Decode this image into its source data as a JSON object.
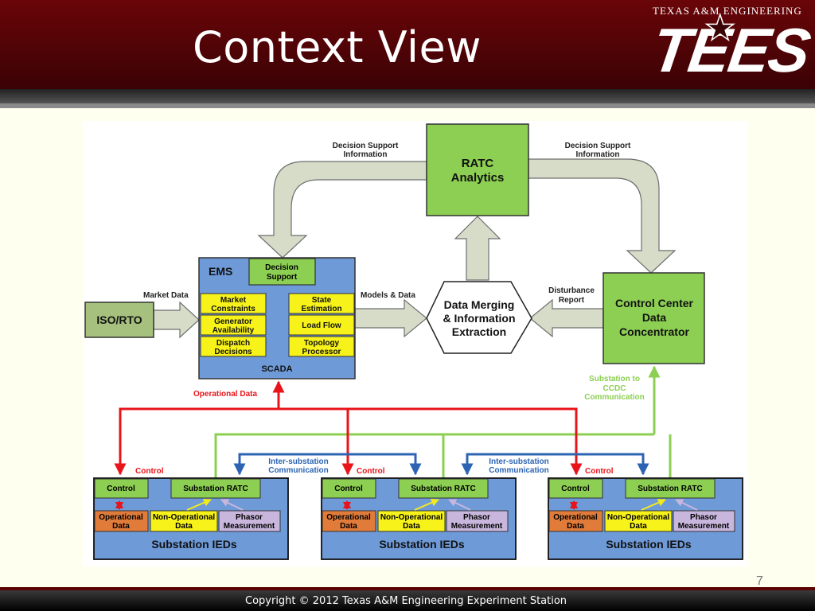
{
  "slide": {
    "title": "Context View",
    "logo_org": "TEXAS A&M ENGINEERING",
    "logo_text": "TEES",
    "footer": "Copyright © 2012       Texas A&M Engineering Experiment Station",
    "page_number": "7"
  },
  "diagram": {
    "ratc": [
      "RATC",
      "Analytics"
    ],
    "ems": {
      "label": "EMS",
      "decision_support": [
        "Decision",
        "Support"
      ],
      "market_constraints": [
        "Market",
        "Constraints"
      ],
      "generator_availability": [
        "Generator",
        "Availability"
      ],
      "dispatch_decisions": [
        "Dispatch",
        "Decisions"
      ],
      "state_estimation": [
        "State",
        "Estimation"
      ],
      "load_flow": "Load Flow",
      "topology_processor": [
        "Topology",
        "Processor"
      ],
      "scada": "SCADA"
    },
    "iso_rto": "ISO/RTO",
    "data_merging": [
      "Data Merging",
      "& Information",
      "Extraction"
    ],
    "control_center": [
      "Control Center",
      "Data",
      "Concentrator"
    ],
    "labels": {
      "dsi_left": [
        "Decision Support",
        "Information"
      ],
      "dsi_right": [
        "Decision Support",
        "Information"
      ],
      "market_data": "Market Data",
      "models_data": "Models & Data",
      "disturbance_report": [
        "Disturbance",
        "Report"
      ],
      "operational_data": "Operational Data",
      "substation_ccdc": [
        "Substation to",
        "CCDC",
        "Communication"
      ],
      "inter_sub_1": [
        "Inter-substation",
        "Communication"
      ],
      "inter_sub_2": [
        "Inter-substation",
        "Communication"
      ],
      "control": "Control"
    },
    "substation": {
      "control": "Control",
      "substation_ratc": "Substation RATC",
      "operational_data": [
        "Operational",
        "Data"
      ],
      "non_operational_data": [
        "Non-Operational",
        "Data"
      ],
      "phasor_measurement": [
        "Phasor",
        "Measurement"
      ],
      "ieds": "Substation IEDs"
    }
  }
}
